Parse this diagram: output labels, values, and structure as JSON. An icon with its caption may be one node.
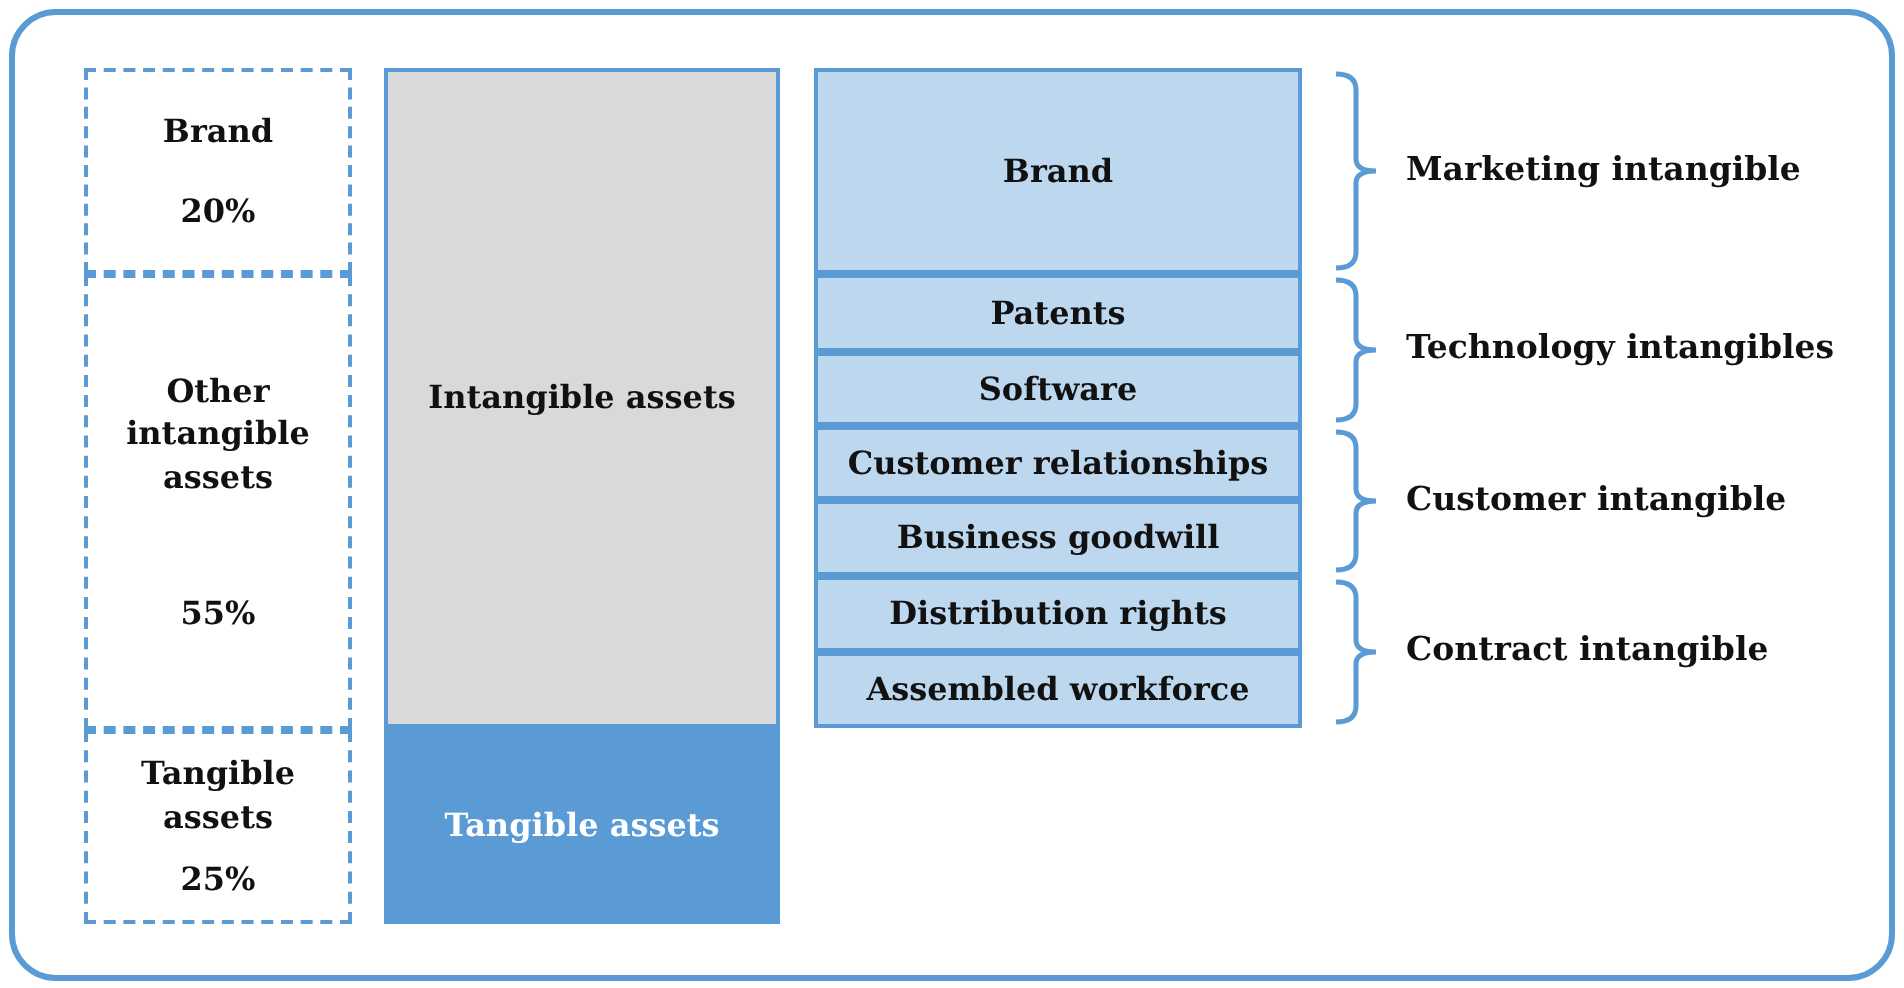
{
  "diagram": {
    "nodes": [
      {
        "text": [
          "Brand",
          "20%"
        ]
      },
      {
        "text": [
          "Other intangible assets",
          "55%"
        ]
      },
      {
        "text": [
          "Tangible assets",
          "25%"
        ]
      },
      {
        "text": [
          "Intangible assets"
        ]
      },
      {
        "text": [
          "Tangible assets"
        ]
      },
      {
        "text": [
          "Brand"
        ]
      },
      {
        "text": [
          "Patents"
        ]
      },
      {
        "text": [
          "Software"
        ]
      },
      {
        "text": [
          "Customer relationships"
        ]
      },
      {
        "text": [
          "Business goodwill"
        ]
      },
      {
        "text": [
          "Distribution rights"
        ]
      },
      {
        "text": [
          "Assembled workforce"
        ]
      }
    ],
    "edges": [],
    "labels": [
      "Marketing intangible",
      "Technology intangibles",
      "Customer intangible",
      "Contract intangible"
    ]
  }
}
